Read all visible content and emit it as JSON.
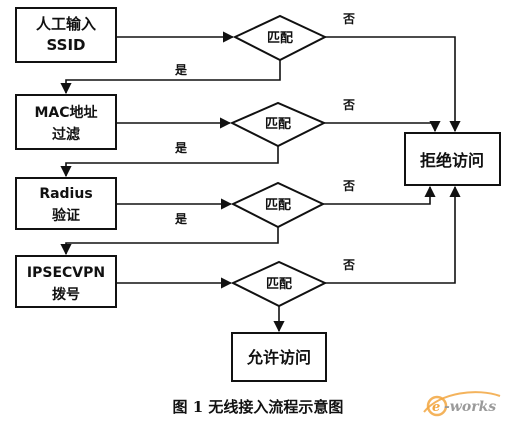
{
  "diagram": {
    "steps": {
      "manual_ssid": [
        "人工输入",
        "SSID"
      ],
      "mac_filter": [
        "MAC地址",
        "过滤"
      ],
      "radius": [
        "Radius",
        "验证"
      ],
      "ipsec": [
        "IPSECVPN",
        "拨号"
      ]
    },
    "decision_label": "匹配",
    "yes_label": "是",
    "no_label": "否",
    "reject": "拒绝访问",
    "allow": "允许访问"
  },
  "caption": "图 1 无线接入流程示意图",
  "watermark": {
    "brand": "e-works",
    "colors": {
      "e": "#f2a640",
      "works": "#9a9a9a"
    }
  }
}
